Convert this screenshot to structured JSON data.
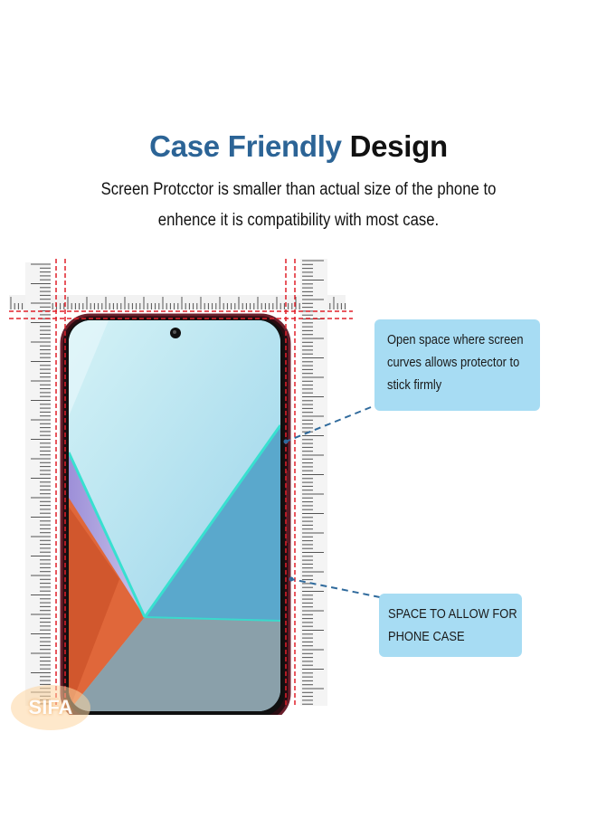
{
  "heading": {
    "accent": "Case Friendly",
    "rest": "Design"
  },
  "subtitle": {
    "line1": "Screen Protcctor is smaller than actual size of the phone to",
    "line2": "enhence it is compatibility with most case."
  },
  "callouts": {
    "top": {
      "lines": [
        "Open space where screen",
        "curves allows protector to",
        "stick firmly"
      ]
    },
    "bottom": {
      "lines": [
        "SPACE TO ALLOW FOR",
        "PHONE CASE"
      ]
    }
  },
  "watermark": "SIFA",
  "colors": {
    "accent": "#2c6496",
    "callout_bg": "#a7dcf3",
    "guide_red": "#e0202a",
    "leader_blue": "#2f6a9c",
    "phone_frame": "#6b1f2c"
  }
}
